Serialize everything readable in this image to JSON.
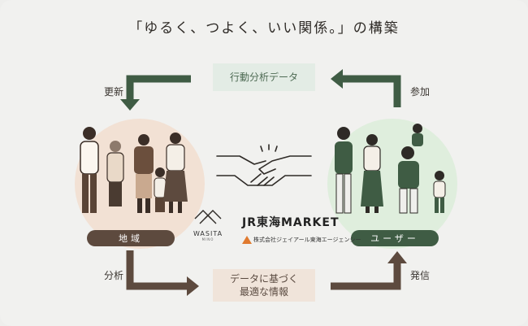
{
  "title": "「ゆるく、つよく、いい関係。」の構築",
  "boxes": {
    "top": "行動分析データ",
    "bottom_line1": "データに基づく",
    "bottom_line2": "最適な情報"
  },
  "arrows": {
    "update": "更新",
    "join": "参加",
    "analyze": "分析",
    "send": "発信"
  },
  "groups": {
    "left": "地域",
    "right": "ユーザー"
  },
  "logos": {
    "wasita": "WASITA",
    "wasita_sub": "MINO",
    "jr": "JR東海MARKET",
    "agency": "株式会社ジェイアール東海エージェンシー"
  },
  "colors": {
    "green_arrow": "#3f5c44",
    "brown_arrow": "#5d4a3e",
    "left_circle": "#f2e1d4",
    "right_circle": "#dfeedd",
    "top_box": "#e3ece5",
    "bottom_box": "#f0e4da"
  }
}
